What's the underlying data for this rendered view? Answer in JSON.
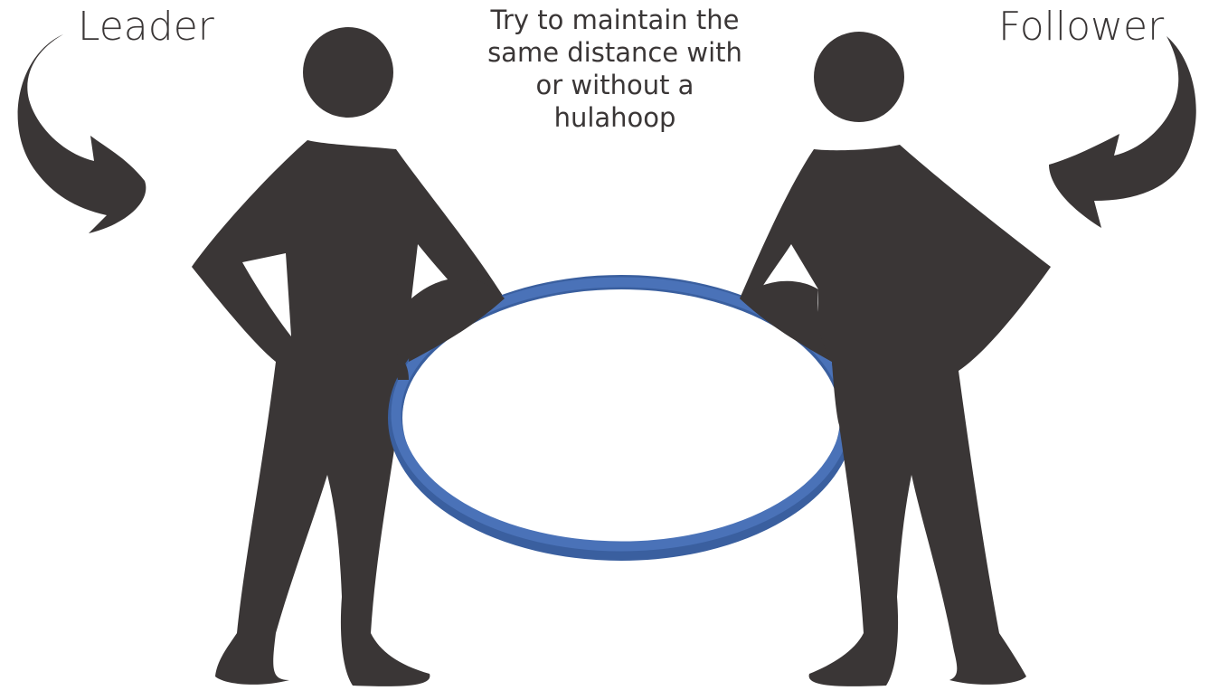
{
  "labels": {
    "leader": "Leader",
    "follower": "Follower"
  },
  "instruction": {
    "lines": [
      "Try to maintain the",
      "same distance with",
      "or without a",
      "hulahoop"
    ]
  },
  "colors": {
    "figure": "#3a3636",
    "hoop": "#4a72b8",
    "hoop_shadow": "#3a5f9f",
    "text": "#3a3636",
    "background": "#ffffff"
  },
  "icons": {
    "leader_arrow": "curved-arrow-right-icon",
    "follower_arrow": "curved-arrow-left-icon"
  }
}
